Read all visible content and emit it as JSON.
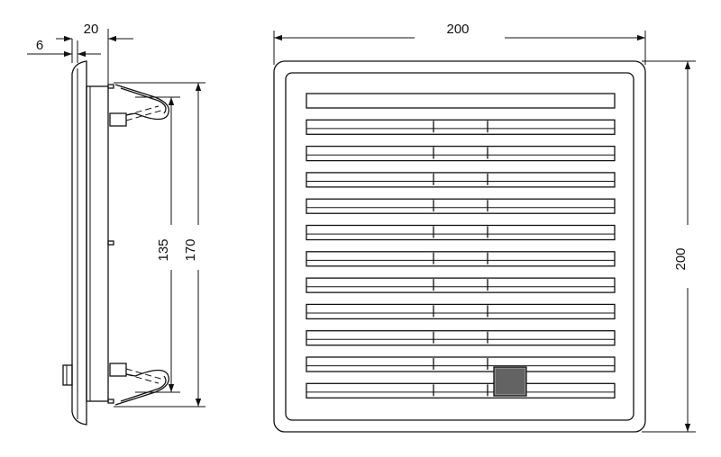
{
  "dimensions": {
    "flange_thickness": "6",
    "depth": "20",
    "overall_width": "200",
    "clip_spacing": "135",
    "body_height": "170",
    "overall_height": "200"
  },
  "front_view": {
    "louver_count": 12
  },
  "colors": {
    "line": "#111111",
    "background": "#ffffff",
    "knob": "#777777"
  }
}
